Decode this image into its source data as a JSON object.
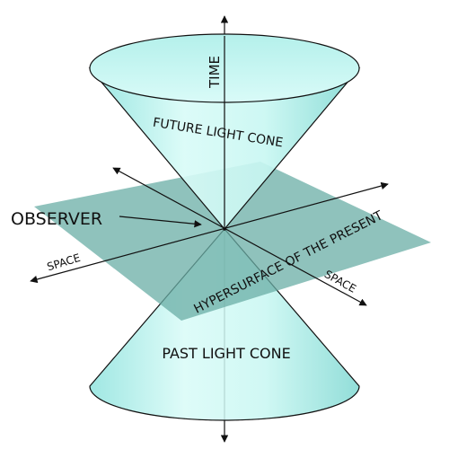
{
  "labels": {
    "time": "TIME",
    "future_cone": "FUTURE LIGHT CONE",
    "observer": "OBSERVER",
    "space_left": "SPACE",
    "space_right": "SPACE",
    "hypersurface": "HYPERSURFACE OF THE PRESENT",
    "past_cone": "PAST LIGHT CONE"
  },
  "colors": {
    "cone_fill": "#bff5ee",
    "cone_rim": "#9fe8e2",
    "plane_fill": "#7ab8b1",
    "line": "#111111"
  }
}
